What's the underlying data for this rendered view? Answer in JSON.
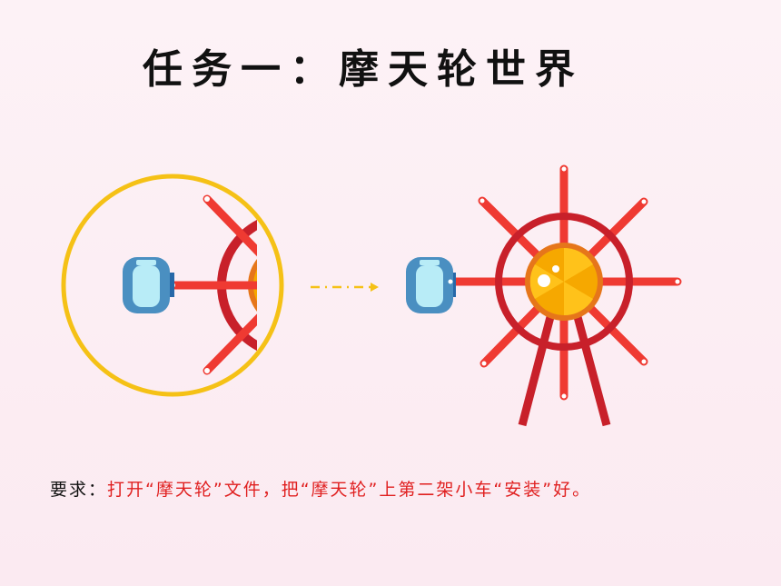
{
  "title": "任务一：摩天轮世界",
  "requirement": {
    "label": "要求：",
    "text": "打开“摩天轮”文件，把“摩天轮”上第二架小车“安装”好。"
  },
  "colors": {
    "ring": "#f5c116",
    "spoke": "#ef3a32",
    "wheel": "#c8202a",
    "hub": "#f6a800",
    "cabin": "#4a8fc1",
    "cabin_window": "#b8ecf7",
    "arrow": "#f5c116"
  },
  "icons": [
    "ferris-wheel-icon",
    "cabin-icon",
    "arrow-right-icon"
  ]
}
